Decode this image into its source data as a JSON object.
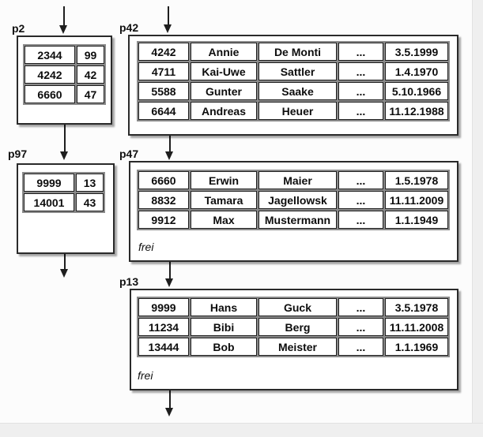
{
  "colors": {
    "background": "#fcfcfc",
    "margin_strip": "#efefef",
    "box_border": "#2a2a2a",
    "table_frame": "#8a8a8a",
    "cell_border": "#1e1e1e",
    "text": "#111111"
  },
  "pages": {
    "p2": {
      "label": "p2",
      "rows": [
        [
          "2344",
          "99"
        ],
        [
          "4242",
          "42"
        ],
        [
          "6660",
          "47"
        ]
      ]
    },
    "p42": {
      "label": "p42",
      "rows": [
        [
          "4242",
          "Annie",
          "De Monti",
          "...",
          "3.5.1999"
        ],
        [
          "4711",
          "Kai-Uwe",
          "Sattler",
          "...",
          "1.4.1970"
        ],
        [
          "5588",
          "Gunter",
          "Saake",
          "...",
          "5.10.1966"
        ],
        [
          "6644",
          "Andreas",
          "Heuer",
          "...",
          "11.12.1988"
        ]
      ]
    },
    "p97": {
      "label": "p97",
      "rows": [
        [
          "9999",
          "13"
        ],
        [
          "14001",
          "43"
        ]
      ]
    },
    "p47": {
      "label": "p47",
      "free_label": "frei",
      "rows": [
        [
          "6660",
          "Erwin",
          "Maier",
          "...",
          "1.5.1978"
        ],
        [
          "8832",
          "Tamara",
          "Jagellowsk",
          "...",
          "11.11.2009"
        ],
        [
          "9912",
          "Max",
          "Mustermann",
          "...",
          "1.1.1949"
        ]
      ]
    },
    "p13": {
      "label": "p13",
      "free_label": "frei",
      "rows": [
        [
          "9999",
          "Hans",
          "Guck",
          "...",
          "3.5.1978"
        ],
        [
          "11234",
          "Bibi",
          "Berg",
          "...",
          "11.11.2008"
        ],
        [
          "13444",
          "Bob",
          "Meister",
          "...",
          "1.1.1969"
        ]
      ]
    }
  },
  "arrows": [
    {
      "from": "top",
      "to": "p2"
    },
    {
      "from": "top",
      "to": "p42"
    },
    {
      "from": "p2",
      "to": "p97"
    },
    {
      "from": "p42",
      "to": "p47"
    },
    {
      "from": "p97",
      "to": "out"
    },
    {
      "from": "p47",
      "to": "p13"
    },
    {
      "from": "p13",
      "to": "out"
    }
  ]
}
